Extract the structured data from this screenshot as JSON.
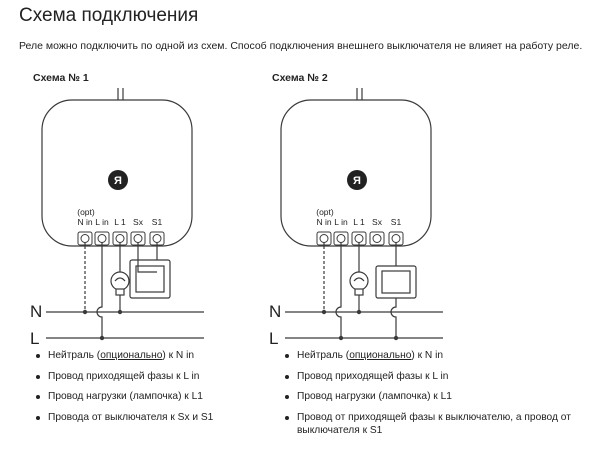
{
  "title": "Схема подключения",
  "intro": "Реле можно подключить по одной из схем. Способ подключения внешнего выключателя не влияет на работу реле.",
  "schemes": [
    {
      "title": "Схема № 1",
      "logo": "Я",
      "opt": "(opt)",
      "terminals": [
        "N in",
        "L in",
        "L 1",
        "Sx",
        "S1"
      ],
      "lines": [
        "N",
        "L"
      ],
      "items": [
        {
          "pre": "Нейтраль (",
          "u": "опционально",
          "post": ") к N in"
        },
        {
          "pre": "Провод приходящей фазы к L in",
          "u": "",
          "post": ""
        },
        {
          "pre": "Провод нагрузки (лампочка) к L1",
          "u": "",
          "post": ""
        },
        {
          "pre": "Провода от выключателя к Sx и S1",
          "u": "",
          "post": ""
        }
      ]
    },
    {
      "title": "Схема № 2",
      "logo": "Я",
      "opt": "(opt)",
      "terminals": [
        "N in",
        "L in",
        "L 1",
        "Sx",
        "S1"
      ],
      "lines": [
        "N",
        "L"
      ],
      "items": [
        {
          "pre": "Нейтраль (",
          "u": "опционально",
          "post": ") к N in"
        },
        {
          "pre": "Провод приходящей фазы к L in",
          "u": "",
          "post": ""
        },
        {
          "pre": "Провод нагрузки (лампочка) к L1",
          "u": "",
          "post": ""
        },
        {
          "pre": "Провод от приходящей фазы к выключателю, а провод от выключателя к S1",
          "u": "",
          "post": ""
        }
      ]
    }
  ],
  "colors": {
    "text": "#222222",
    "line": "#3a3a3a",
    "background": "#ffffff"
  }
}
